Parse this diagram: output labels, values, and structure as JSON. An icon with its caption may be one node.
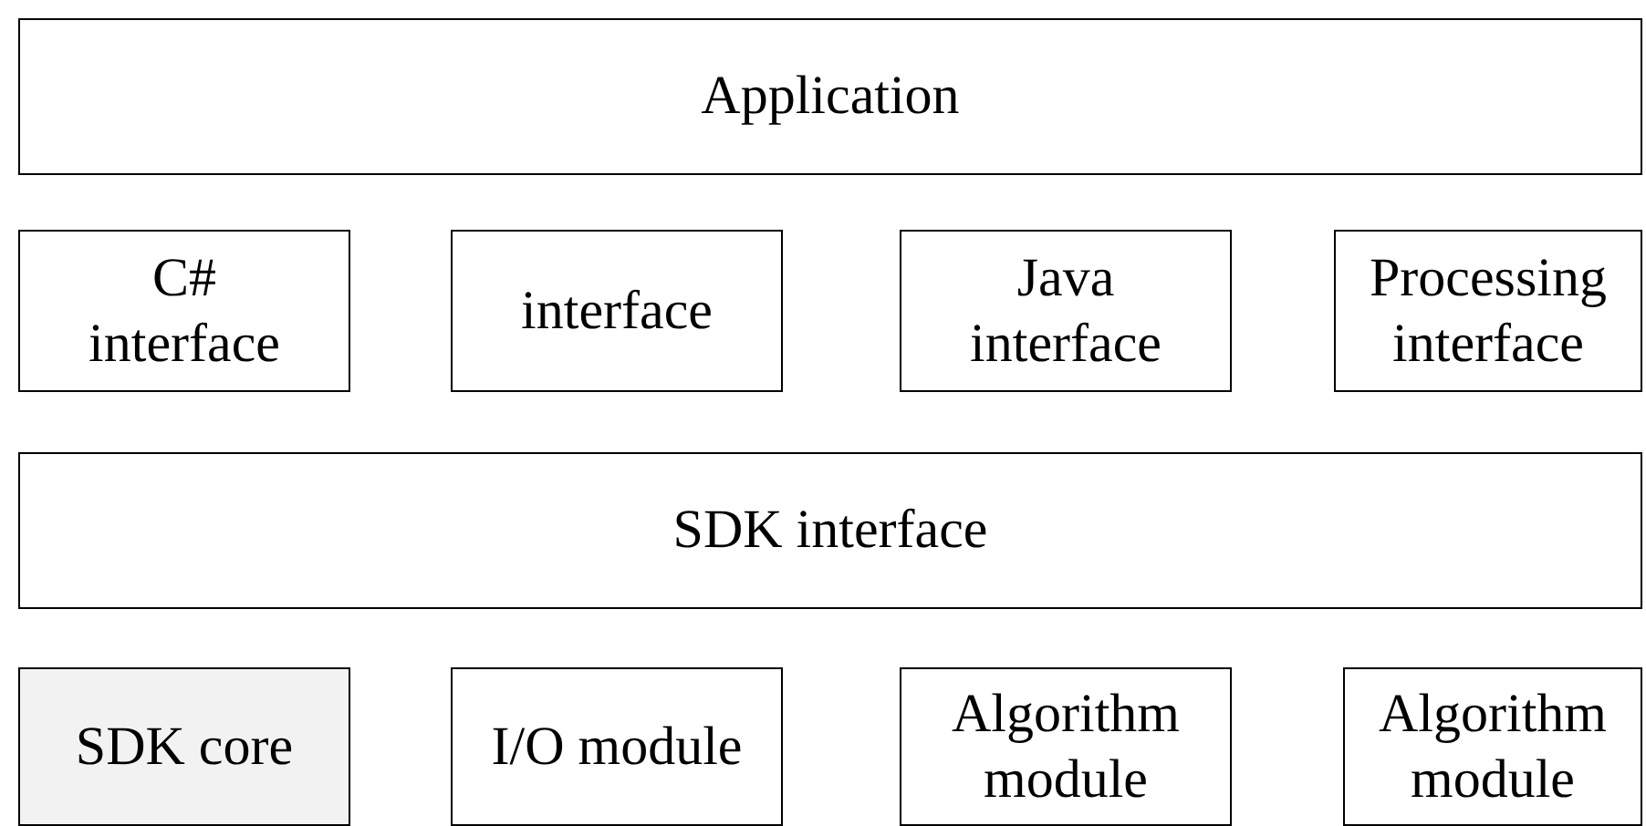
{
  "diagram": {
    "nodes": [
      {
        "text": [
          "Application"
        ]
      },
      {
        "text": [
          "C# interface"
        ]
      },
      {
        "text": [
          "interface"
        ]
      },
      {
        "text": [
          "Java interface"
        ]
      },
      {
        "text": [
          "Processing interface"
        ]
      },
      {
        "text": [
          "SDK interface"
        ]
      },
      {
        "text": [
          "SDK core"
        ]
      },
      {
        "text": [
          "I/O module"
        ]
      },
      {
        "text": [
          "Algorithm module"
        ]
      },
      {
        "text": [
          "Algorithm module"
        ]
      }
    ]
  }
}
